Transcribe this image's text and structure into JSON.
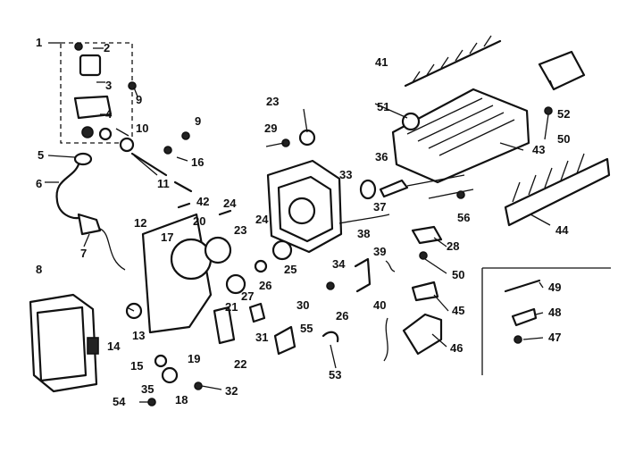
{
  "callouts": [
    "1",
    "2",
    "3",
    "4",
    "5",
    "6",
    "7",
    "8",
    "9",
    "9",
    "10",
    "11",
    "12",
    "13",
    "14",
    "15",
    "16",
    "17",
    "18",
    "19",
    "20",
    "21",
    "22",
    "23",
    "23",
    "24",
    "24",
    "25",
    "26",
    "26",
    "27",
    "28",
    "29",
    "30",
    "31",
    "32",
    "33",
    "34",
    "35",
    "36",
    "37",
    "38",
    "39",
    "40",
    "41",
    "42",
    "43",
    "44",
    "45",
    "46",
    "47",
    "48",
    "49",
    "50",
    "50",
    "51",
    "52",
    "53",
    "54",
    "55",
    "56"
  ]
}
